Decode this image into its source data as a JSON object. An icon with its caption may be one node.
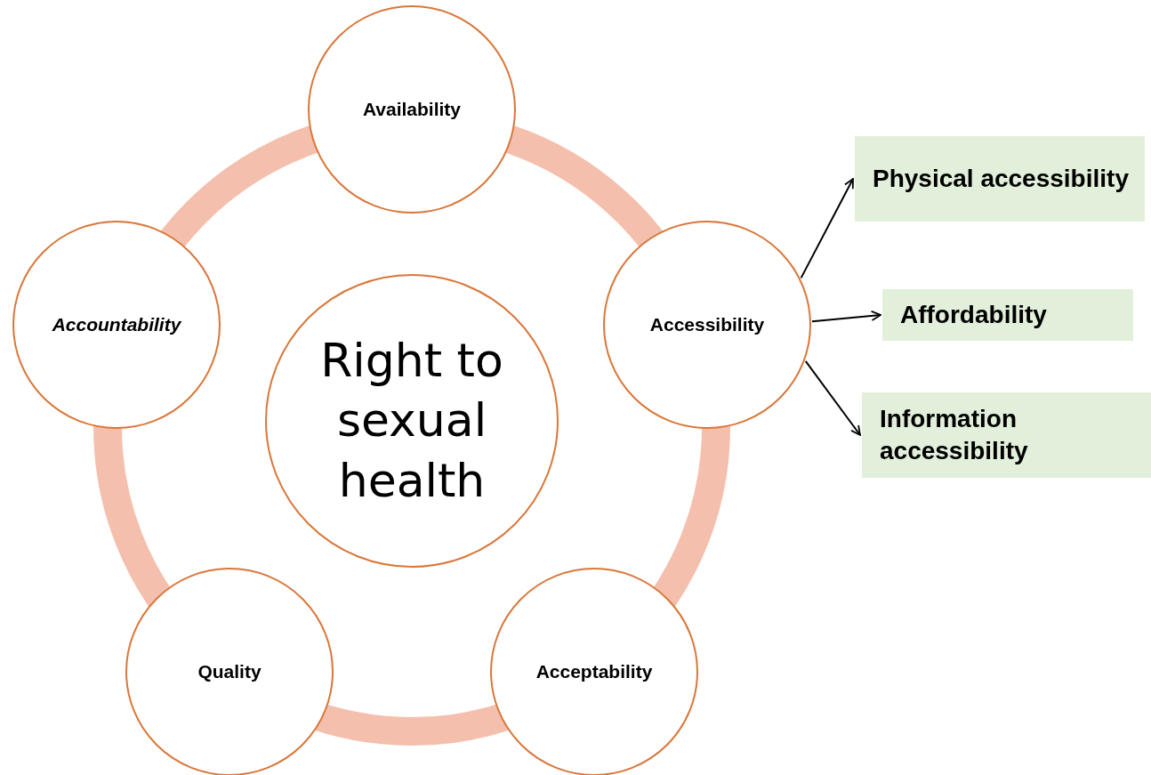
{
  "diagram": {
    "nodes": [
      {
        "text": [
          "Right to sexual health"
        ]
      },
      {
        "text": [
          "Availability"
        ]
      },
      {
        "text": [
          "Accessibility"
        ]
      },
      {
        "text": [
          "Acceptability"
        ]
      },
      {
        "text": [
          "Quality"
        ]
      },
      {
        "text": [
          "Accountability"
        ]
      },
      {
        "text": [
          "Physical accessibility"
        ]
      },
      {
        "text": [
          "Affordability"
        ]
      },
      {
        "text": [
          "Information accessibility"
        ]
      }
    ],
    "edges": [
      {
        "from": 2,
        "to": 6,
        "arrow": "to"
      },
      {
        "from": 2,
        "to": 7,
        "arrow": "to"
      },
      {
        "from": 2,
        "to": 8,
        "arrow": "to"
      }
    ]
  }
}
